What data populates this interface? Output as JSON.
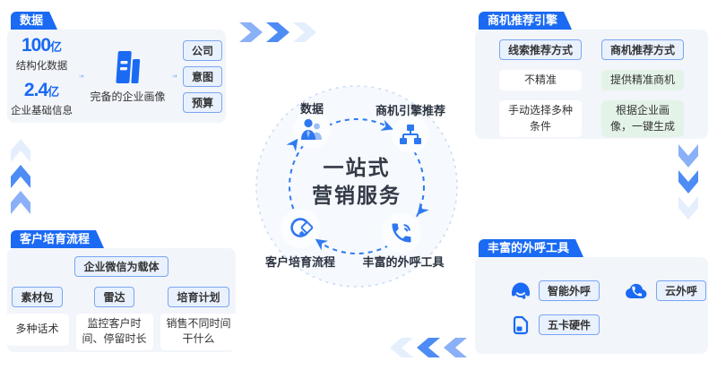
{
  "colors": {
    "primary": "#1a6af3",
    "panel_bg": "#f2f5fa",
    "green_box": "#e4f3e8",
    "chevron_strong": "#4e8cf5",
    "chevron_medium": "#8ab0f7",
    "chevron_faint": "#e4eefd"
  },
  "panel_data": {
    "tab": "数据",
    "stats": [
      {
        "value": "100",
        "unit": "亿",
        "label": "结构化数据"
      },
      {
        "value": "2.4",
        "unit": "亿",
        "label": "企业基础信息"
      }
    ],
    "profile_caption": "完备的企业画像",
    "tags": [
      "公司",
      "意图",
      "预算"
    ]
  },
  "panel_engine": {
    "tab": "商机推荐引擎",
    "left": {
      "header": "线索推荐方式",
      "row1": "不精准",
      "row2": "手动选择多种条件"
    },
    "right": {
      "header": "商机推荐方式",
      "row1": "提供精准商机",
      "row2": "根据企业画像，一键生成"
    }
  },
  "panel_nurture": {
    "tab": "客户培育流程",
    "carrier": "企业微信为载体",
    "items": [
      {
        "tag": "素材包",
        "desc": "多种话术"
      },
      {
        "tag": "雷达",
        "desc": "监控客户时间、停留时长"
      },
      {
        "tag": "培育计划",
        "desc": "销售不同时间干什么"
      }
    ]
  },
  "panel_outbound": {
    "tab": "丰富的外呼工具",
    "tools": [
      {
        "icon": "headset-icon",
        "label": "智能外呼"
      },
      {
        "icon": "cloud-call-icon",
        "label": "云外呼"
      },
      {
        "icon": "sim-card-icon",
        "label": "五卡硬件"
      }
    ]
  },
  "center": {
    "title_line1": "一站式",
    "title_line2": "营销服务",
    "node_data": "数据",
    "node_engine": "商机引擎推荐",
    "node_outbound": "丰富的外呼工具",
    "node_nurture": "客户培育流程"
  }
}
